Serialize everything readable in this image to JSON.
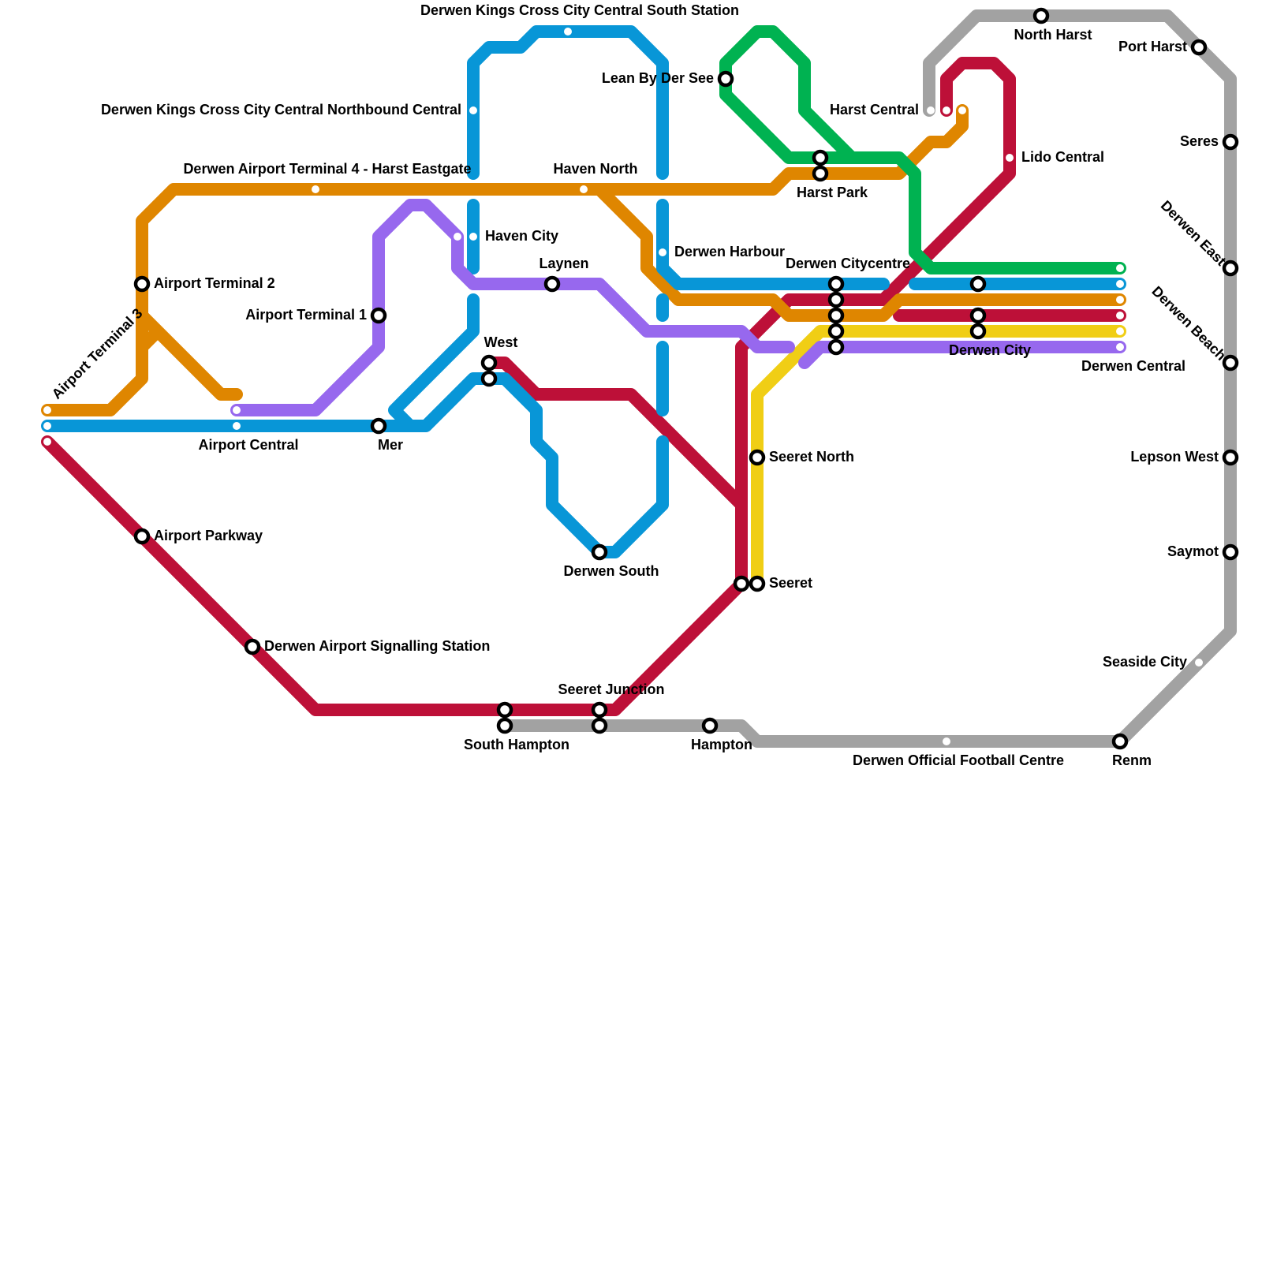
{
  "colors": {
    "orange": "#df8600",
    "blue": "#0896d7",
    "purple": "#9768ee",
    "red": "#bd1038",
    "green": "#00b251",
    "yellow": "#f0ce15",
    "grey": "#a2a2a2"
  },
  "stations": {
    "kings_cross_south": "Derwen Kings Cross City Central South Station",
    "kings_cross_north": "Derwen Kings Cross City Central Northbound Central",
    "airport_t4": "Derwen Airport Terminal 4 - Harst Eastgate",
    "haven_north": "Haven North",
    "lean_by_der_see": "Lean By Der See",
    "harst_central": "Harst Central",
    "north_harst": "North Harst",
    "port_harst": "Port Harst",
    "seres": "Seres",
    "derwen_east": "Derwen East",
    "derwen_beach": "Derwen Beach",
    "derwen_central": "Derwen Central",
    "lepson_west": "Lepson West",
    "saymot": "Saymot",
    "seaside_city": "Seaside City",
    "renm": "Renm",
    "football_centre": "Derwen Official Football Centre",
    "hampton": "Hampton",
    "south_hampton": "South Hampton",
    "seeret_junction": "Seeret Junction",
    "derwen_south": "Derwen South",
    "seeret": "Seeret",
    "seeret_north": "Seeret North",
    "derwen_city": "Derwen City",
    "derwen_citycentre": "Derwen Citycentre",
    "harst_park": "Harst Park",
    "lido_central": "Lido Central",
    "derwen_harbour": "Derwen Harbour",
    "haven_city": "Haven City",
    "laynen": "Laynen",
    "west": "West",
    "airport_t1": "Airport Terminal 1",
    "airport_t2": "Airport Terminal 2",
    "airport_t3": "Airport Terminal 3",
    "airport_central": "Airport Central",
    "mer": "Mer",
    "airport_parkway": "Airport Parkway",
    "signalling_station": "Derwen Airport Signalling Station"
  }
}
